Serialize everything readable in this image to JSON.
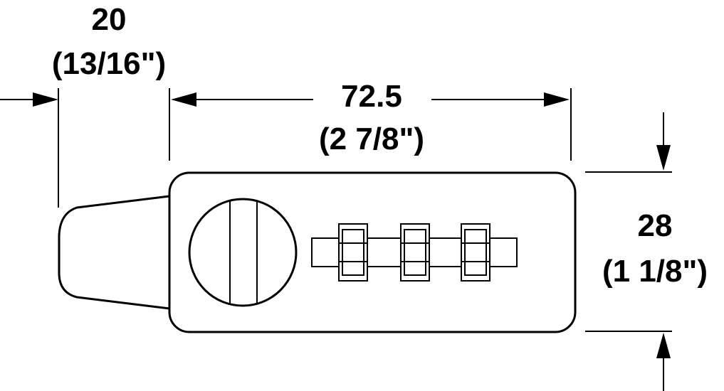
{
  "dimensions": {
    "width_small": {
      "value": "20",
      "imperial": "(13/16\")"
    },
    "length": {
      "value": "72.5",
      "imperial": "(2 7/8\")"
    },
    "height": {
      "value": "28",
      "imperial": "(1 1/8\")"
    }
  },
  "colors": {
    "ink": "#000000",
    "background": "#ffffff"
  }
}
